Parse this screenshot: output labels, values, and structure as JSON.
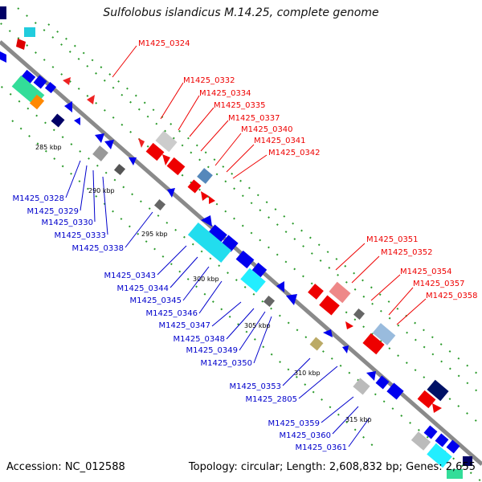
{
  "title": "Sulfolobus islandicus M.14.25, complete genome",
  "footer": {
    "accession": "Accession: NC_012588",
    "summary": "Topology: circular; Length: 2,608,832 bp; Genes: 2,655"
  },
  "colors": {
    "forward_label": "#ee0000",
    "reverse_label": "#0000cc",
    "backbone": "#8a8a8a",
    "dots": "#2a9a2a"
  },
  "scale_ticks": [
    "285 kbp",
    "290 kbp",
    "295 kbp",
    "300 kbp",
    "305 kbp",
    "310 kbp",
    "315 kbp"
  ],
  "forward_genes": [
    "M1425_0324",
    "M1425_0332",
    "M1425_0334",
    "M1425_0335",
    "M1425_0337",
    "M1425_0340",
    "M1425_0341",
    "M1425_0342",
    "M1425_0351",
    "M1425_0352",
    "M1425_0354",
    "M1425_0357",
    "M1425_0358"
  ],
  "reverse_genes": [
    "M1425_0328",
    "M1425_0329",
    "M1425_0330",
    "M1425_0333",
    "M1425_0338",
    "M1425_0343",
    "M1425_0344",
    "M1425_0345",
    "M1425_0346",
    "M1425_0347",
    "M1425_0348",
    "M1425_0349",
    "M1425_0350",
    "M1425_0353",
    "M1425_2805",
    "M1425_0359",
    "M1425_0360",
    "M1425_0361"
  ]
}
